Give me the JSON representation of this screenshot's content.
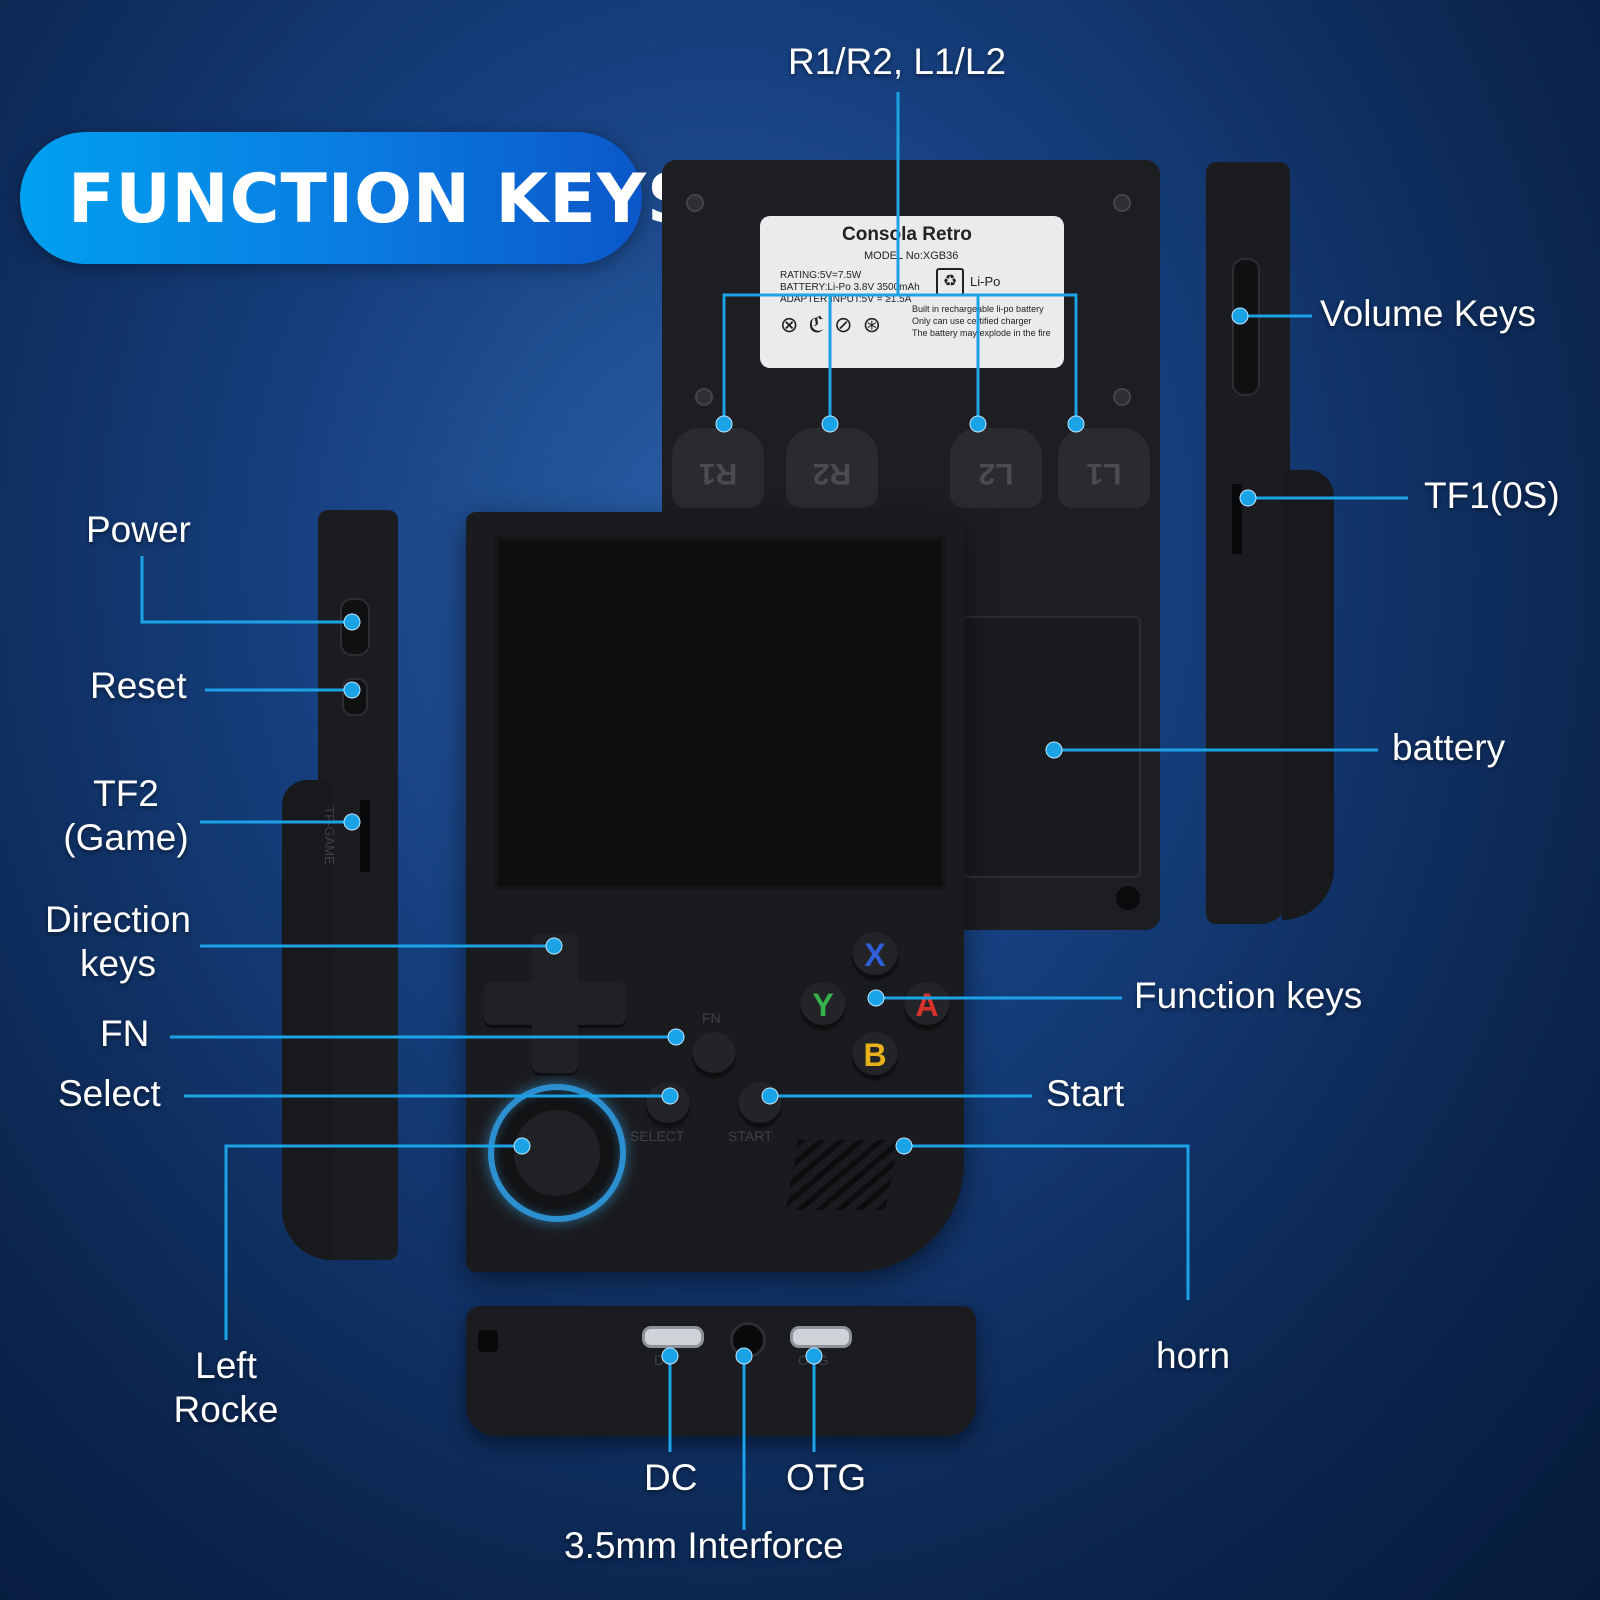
{
  "title": "FUNCTION KEYS",
  "colors": {
    "accent": "#1aa3e6",
    "background": "#133a75",
    "button_x": "#2e5fd6",
    "button_y": "#36b24a",
    "button_a": "#d9322d",
    "button_b": "#e8b21a"
  },
  "sticker": {
    "brand": "Consola Retro",
    "model": "MODEL No:XGB36",
    "rating": "RATING:5V=7.5W",
    "battery": "BATTERY:Li-Po 3.8V 3500mAh",
    "adapter": "ADAPTER INPUT:5V = ≥1.5A",
    "lipo": "Li-Po",
    "warn1": "Built in rechargeable li-po battery",
    "warn2": "Only can use certified charger",
    "warn3": "The battery may explode in the fire"
  },
  "device": {
    "triggers": [
      "R1",
      "R2",
      "L2",
      "L1"
    ],
    "face_buttons": {
      "x": "X",
      "y": "Y",
      "a": "A",
      "b": "B"
    },
    "small_labels": {
      "fn": "FN",
      "select": "SELECT",
      "start": "START",
      "tf_game": "TF-GAME",
      "dc": "DC",
      "otg": "OTG"
    }
  },
  "labels": {
    "triggers": "R1/R2, L1/L2",
    "volume": "Volume Keys",
    "tf1": "TF1(0S)",
    "battery": "battery",
    "power": "Power",
    "reset": "Reset",
    "tf2_line1": "TF2",
    "tf2_line2": "(Game)",
    "direction_line1": "Direction",
    "direction_line2": "keys",
    "fn": "FN",
    "select": "Select",
    "function_keys": "Function keys",
    "start": "Start",
    "left_rocker_line1": "Left",
    "left_rocker_line2": "Rocke",
    "horn": "horn",
    "dc": "DC",
    "otg": "OTG",
    "audio": "3.5mm Interforce"
  }
}
